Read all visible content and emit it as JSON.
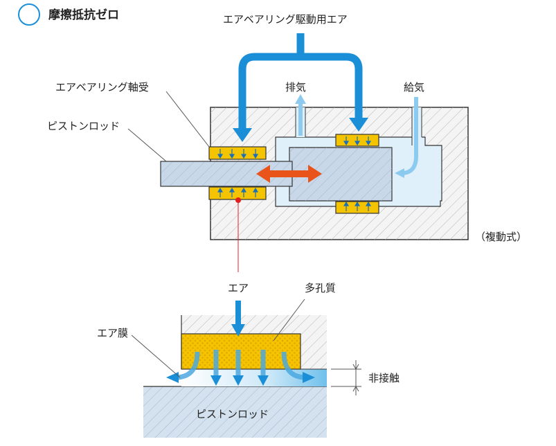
{
  "title": "摩擦抵抗ゼロ",
  "labels": {
    "air_supply": "エアベアリング駆動用エア",
    "exhaust": "排気",
    "intake": "給気",
    "air_bearing": "エアベアリング軸受",
    "piston_rod_top": "ピストンロッド",
    "double_acting": "（複動式）",
    "air": "エア",
    "porous": "多孔質",
    "air_film": "エア膜",
    "non_contact": "非接触",
    "piston_rod_bottom": "ピストンロッド"
  },
  "colors": {
    "air_blue": "#1a8fd8",
    "light_blue": "#8ccaf0",
    "bearing_yellow": "#f5c400",
    "motion_orange": "#e8541a",
    "body_gray": "#f2f2f2",
    "chamber_blue": "#dff0fa",
    "marker_red": "#e02020"
  }
}
